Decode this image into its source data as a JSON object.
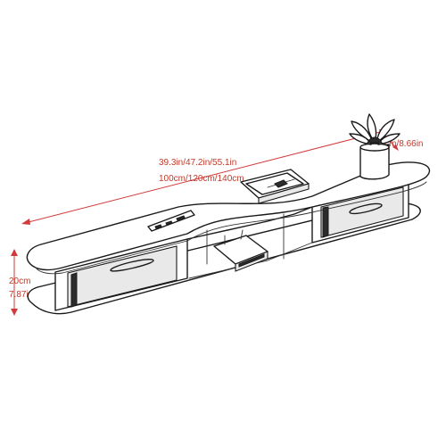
{
  "dimensions": {
    "width_inch": "39.3in/47.2in/55.1in",
    "width_cm": "100cm/120cm/140cm",
    "depth": "22cm/8.66in",
    "height_cm": "20cm",
    "height_inch": "7.87in"
  },
  "colors": {
    "line": "#1a1a1a",
    "dimension": "#d23b3b",
    "background": "#ffffff"
  },
  "icons": {
    "plant": "potted-succulent-icon",
    "remote": "remote-control-icon",
    "router": "set-top-box-icon",
    "books": "book-stack-icon"
  }
}
